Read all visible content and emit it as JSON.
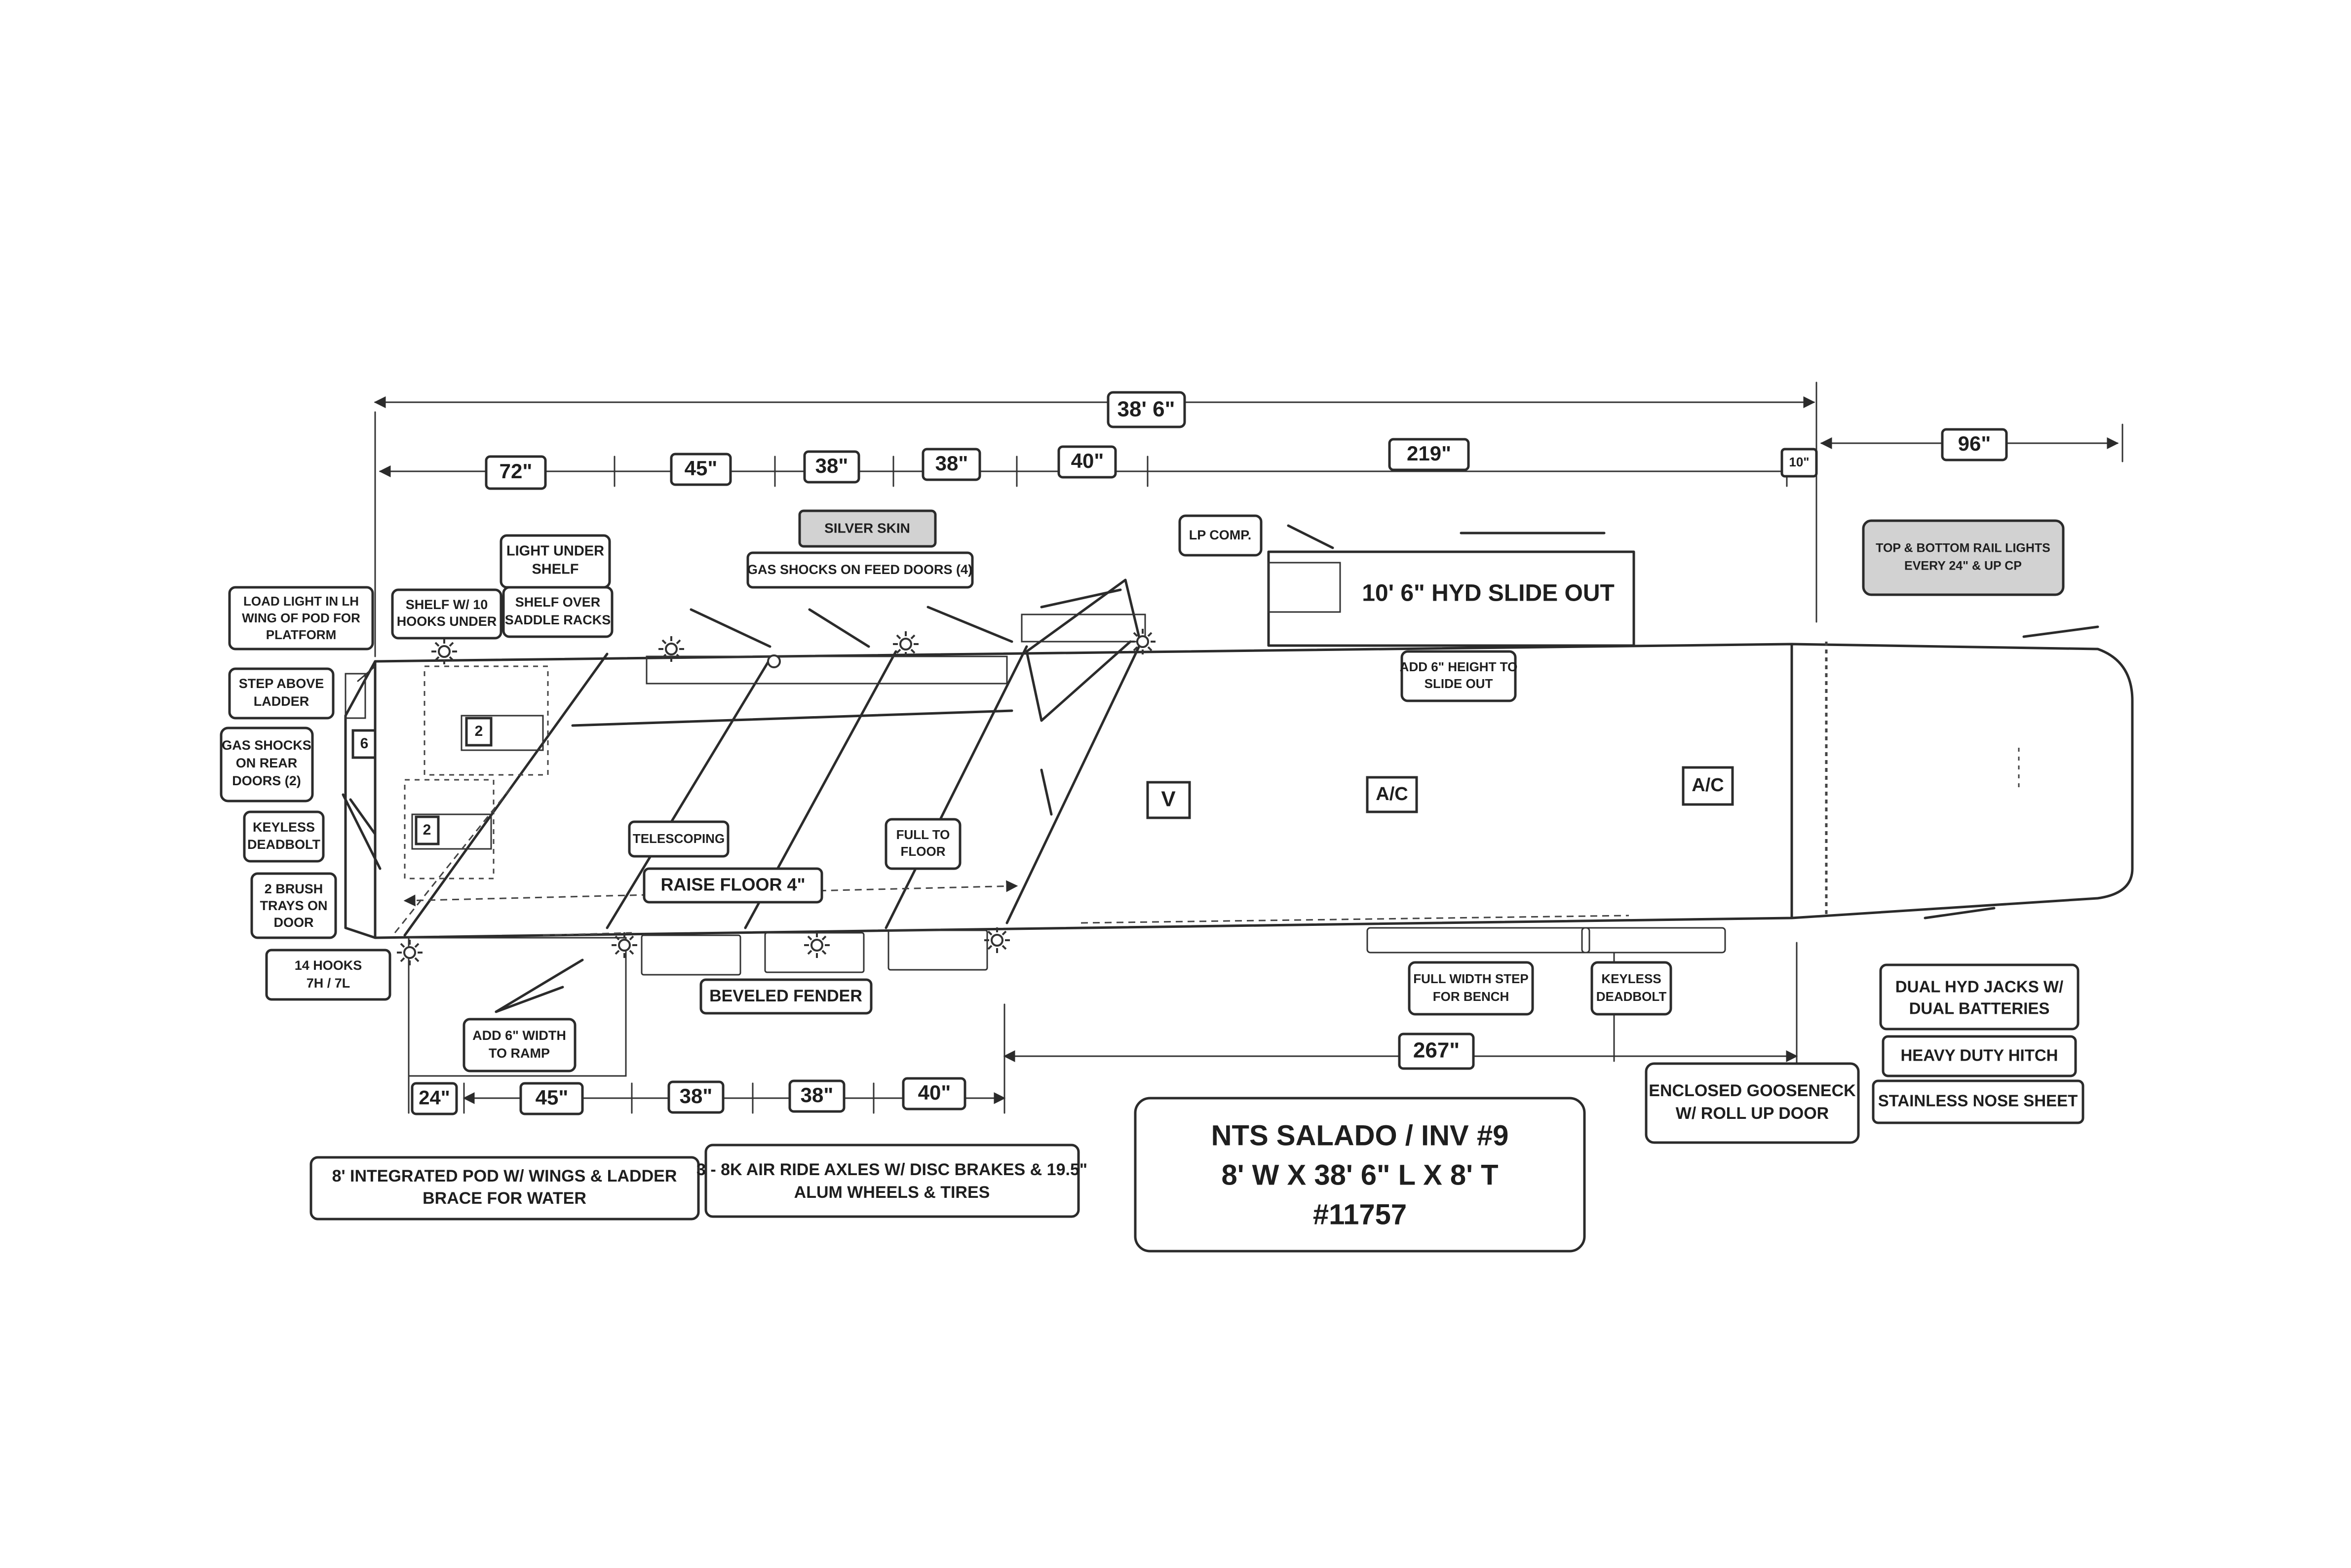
{
  "dims": {
    "overall": "38' 6\"",
    "top": [
      "72\"",
      "45\"",
      "38\"",
      "38\"",
      "40\"",
      "219\"",
      "10\""
    ],
    "nose": "96\"",
    "bottom": [
      "24\"",
      "45\"",
      "38\"",
      "38\"",
      "40\""
    ],
    "rear": "267\""
  },
  "labels": {
    "silver_skin": "SILVER SKIN",
    "gas_shocks_feed": "GAS SHOCKS ON FEED  DOORS (4)",
    "light_under_shelf": [
      "LIGHT UNDER",
      "SHELF"
    ],
    "shelf_hooks": [
      "SHELF W/ 10",
      "HOOKS UNDER"
    ],
    "shelf_saddle": [
      "SHELF OVER",
      "SADDLE RACKS"
    ],
    "load_light": [
      "LOAD LIGHT IN LH",
      "WING OF POD FOR",
      "PLATFORM"
    ],
    "step_ladder": [
      "STEP ABOVE",
      "LADDER"
    ],
    "gas_shocks_rear": [
      "GAS SHOCKS",
      "ON REAR",
      "DOORS (2)"
    ],
    "keyless_left": [
      "KEYLESS",
      "DEADBOLT"
    ],
    "brush_trays": [
      "2 BRUSH",
      "TRAYS ON",
      "DOOR"
    ],
    "hooks": [
      "14 HOOKS",
      "7H / 7L"
    ],
    "lp_comp": "LP COMP.",
    "slide_out": "10' 6\" HYD SLIDE OUT",
    "add_height": [
      "ADD 6\" HEIGHT TO",
      "SLIDE OUT"
    ],
    "rail_lights": [
      "TOP & BOTTOM RAIL LIGHTS",
      "EVERY 24\" & UP CP"
    ],
    "telescoping": "TELESCOPING",
    "full_to_floor": [
      "FULL TO",
      "FLOOR"
    ],
    "raise_floor": "RAISE FLOOR 4\"",
    "beveled_fender": "BEVELED FENDER",
    "add_width": [
      "ADD 6\" WIDTH",
      "TO RAMP"
    ],
    "full_width_step": [
      "FULL WIDTH STEP",
      "FOR BENCH"
    ],
    "keyless_right": [
      "KEYLESS",
      "DEADBOLT"
    ],
    "dual_jacks": [
      "DUAL HYD JACKS W/",
      "DUAL BATTERIES"
    ],
    "heavy_hitch": "HEAVY DUTY HITCH",
    "stainless_nose": "STAINLESS NOSE SHEET",
    "gooseneck": [
      "ENCLOSED GOOSENECK",
      "W/ ROLL UP DOOR"
    ],
    "pod": [
      "8' INTEGRATED POD W/ WINGS & LADDER",
      "BRACE FOR WATER"
    ],
    "axles": [
      "3 - 8K AIR RIDE AXLES W/ DISC BRAKES &  19.5\"",
      "ALUM WHEELS & TIRES"
    ],
    "title": [
      "NTS SALADO / INV #9",
      "8' W X 38' 6\" L X 8' T",
      "#11757"
    ],
    "vent": "V",
    "ac1": "A/C",
    "ac2": "A/C",
    "saddle_num_top": "2",
    "saddle_num_bottom": "2",
    "door_num": "6"
  }
}
